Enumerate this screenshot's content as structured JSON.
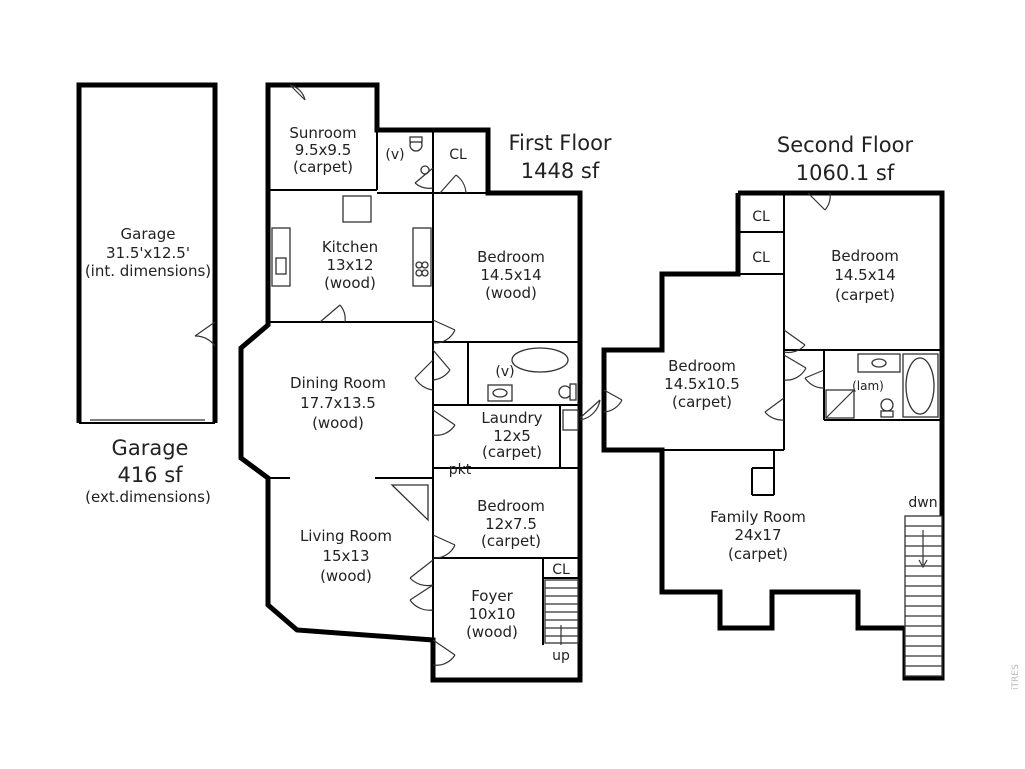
{
  "garage": {
    "room_name": "Garage",
    "room_dims": "31.5'x12.5'",
    "room_note": "(int. dimensions)",
    "title": "Garage",
    "area": "416 sf",
    "area_note": "(ext.dimensions)"
  },
  "first_floor": {
    "title": "First Floor",
    "area": "1448 sf",
    "rooms": {
      "sunroom": {
        "name": "Sunroom",
        "dims": "9.5x9.5",
        "floor": "(carpet)"
      },
      "kitchen": {
        "name": "Kitchen",
        "dims": "13x12",
        "floor": "(wood)"
      },
      "bedroom1": {
        "name": "Bedroom",
        "dims": "14.5x14",
        "floor": "(wood)"
      },
      "dining": {
        "name": "Dining Room",
        "dims": "17.7x13.5",
        "floor": "(wood)"
      },
      "laundry": {
        "name": "Laundry",
        "dims": "12x5",
        "floor": "(carpet)"
      },
      "living": {
        "name": "Living Room",
        "dims": "15x13",
        "floor": "(wood)"
      },
      "bedroom2": {
        "name": "Bedroom",
        "dims": "12x7.5",
        "floor": "(carpet)"
      },
      "foyer": {
        "name": "Foyer",
        "dims": "10x10",
        "floor": "(wood)"
      }
    },
    "labels": {
      "v1": "(v)",
      "v2": "(v)",
      "cl1": "CL",
      "cl2": "CL",
      "pkt": "pkt",
      "up": "up"
    }
  },
  "second_floor": {
    "title": "Second Floor",
    "area": "1060.1 sf",
    "rooms": {
      "bedroom_a": {
        "name": "Bedroom",
        "dims": "14.5x14",
        "floor": "(carpet)"
      },
      "bedroom_b": {
        "name": "Bedroom",
        "dims": "14.5x10.5",
        "floor": "(carpet)"
      },
      "family": {
        "name": "Family Room",
        "dims": "24x17",
        "floor": "(carpet)"
      }
    },
    "labels": {
      "cl1": "CL",
      "cl2": "CL",
      "lam": "(lam)",
      "dwn": "dwn"
    }
  },
  "watermark": "iTRES"
}
